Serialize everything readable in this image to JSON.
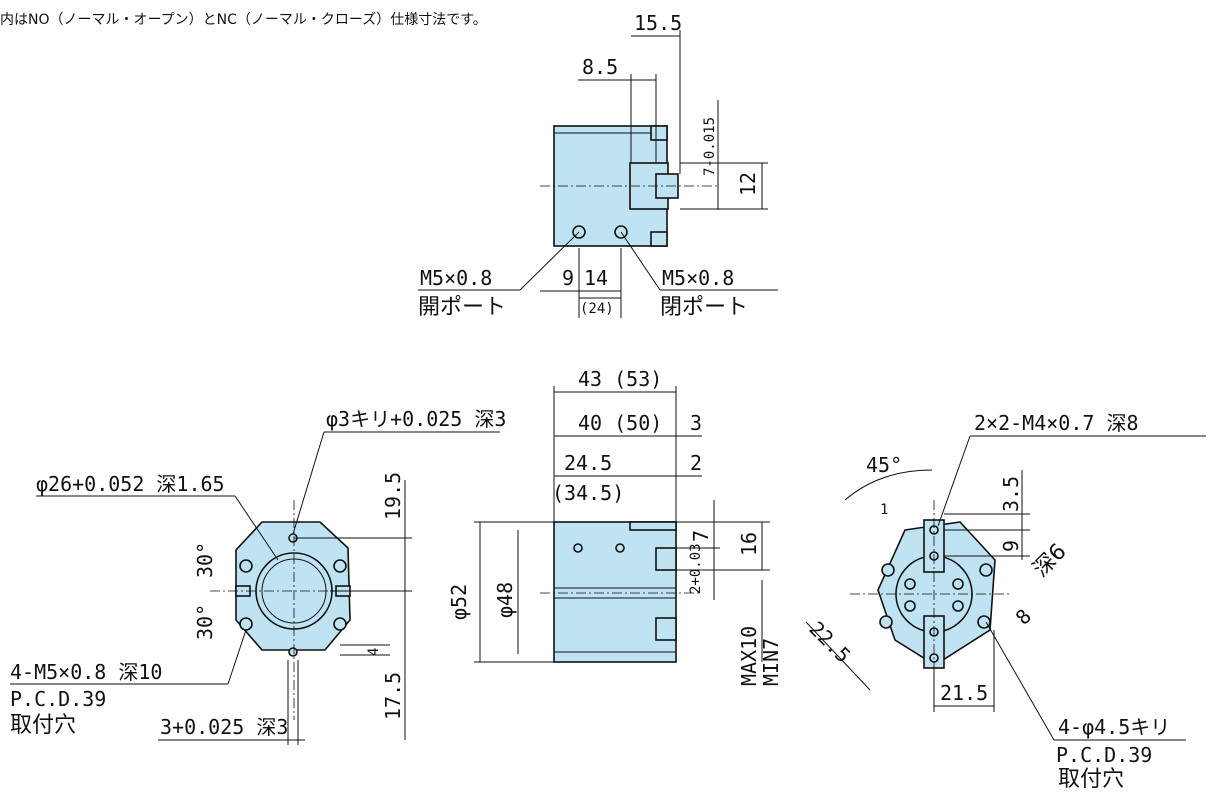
{
  "caption": "内はNO（ノーマル・オープン）とNC（ノーマル・クローズ）仕様寸法です。",
  "top_view": {
    "d_15_5": "15.5",
    "d_8_5": "8.5",
    "d_7": "7-0.015",
    "d_12": "12",
    "port_left_spec": "M5×0.8",
    "port_left_label": "開ポート",
    "port_right_spec": "M5×0.8",
    "port_right_label": "閉ポート",
    "d_9": "9",
    "d_14": "14",
    "d_24": "(24)"
  },
  "left_view": {
    "bore_spec": "φ26+0.052 深1.65",
    "pin_spec": "φ3キリ+0.025 深3",
    "angle_top": "30°",
    "angle_bottom": "30°",
    "d_19_5": "19.5",
    "d_17_5": "17.5",
    "d_4": "4",
    "mount_spec": "4-M5×0.8 深10",
    "mount_pcd": "P.C.D.39",
    "mount_label": "取付穴",
    "slot_spec": "3+0.025 深3"
  },
  "middle_view": {
    "d_43": "43 (53)",
    "d_40": "40 (50)",
    "d_3": "3",
    "d_24_5": "24.5",
    "d_34_5": "(34.5)",
    "d_2": "2",
    "d_52": "φ52",
    "d_48": "φ48",
    "d_7": "7",
    "d_16": "16",
    "d_2tol": "2+0.03",
    "stroke_max": "MAX10",
    "stroke_min": "MIN7"
  },
  "right_view": {
    "thread_spec": "2×2-M4×0.7 深8",
    "angle": "45°",
    "d_1": "1",
    "d_3_5": "3.5",
    "d_9": "9",
    "d_depth6": "深6",
    "d_8": "8",
    "d_22_5": "22.5",
    "d_21_5": "21.5",
    "mount_spec": "4-φ4.5キリ",
    "mount_pcd": "P.C.D.39",
    "mount_label": "取付穴"
  }
}
